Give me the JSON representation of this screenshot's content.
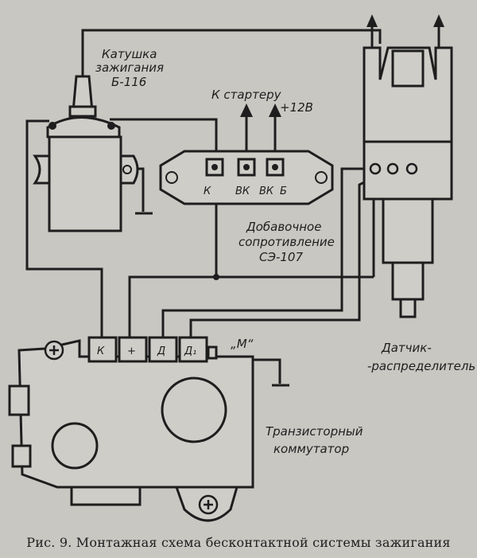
{
  "labels": {
    "coil_line1": "Катушка",
    "coil_line2": "зажигания",
    "coil_model": "Б-116",
    "starter": "К стартеру",
    "plus12": "+12В",
    "resistor_line1": "Добавочное",
    "resistor_line2": "сопротивление",
    "resistor_model": "СЭ-107",
    "distributor_line1": "Датчик-",
    "distributor_line2": "-распределитель",
    "commutator_line1": "Транзисторный",
    "commutator_line2": "коммутатор",
    "ground_m": "„М“"
  },
  "resistor_terminals": [
    "К",
    "ВК",
    "ВК",
    "Б"
  ],
  "commutator_terminals": [
    "К",
    "+",
    "Д",
    "Д₁"
  ],
  "caption": "Рис. 9. Монтажная схема бесконтактной системы зажигания"
}
